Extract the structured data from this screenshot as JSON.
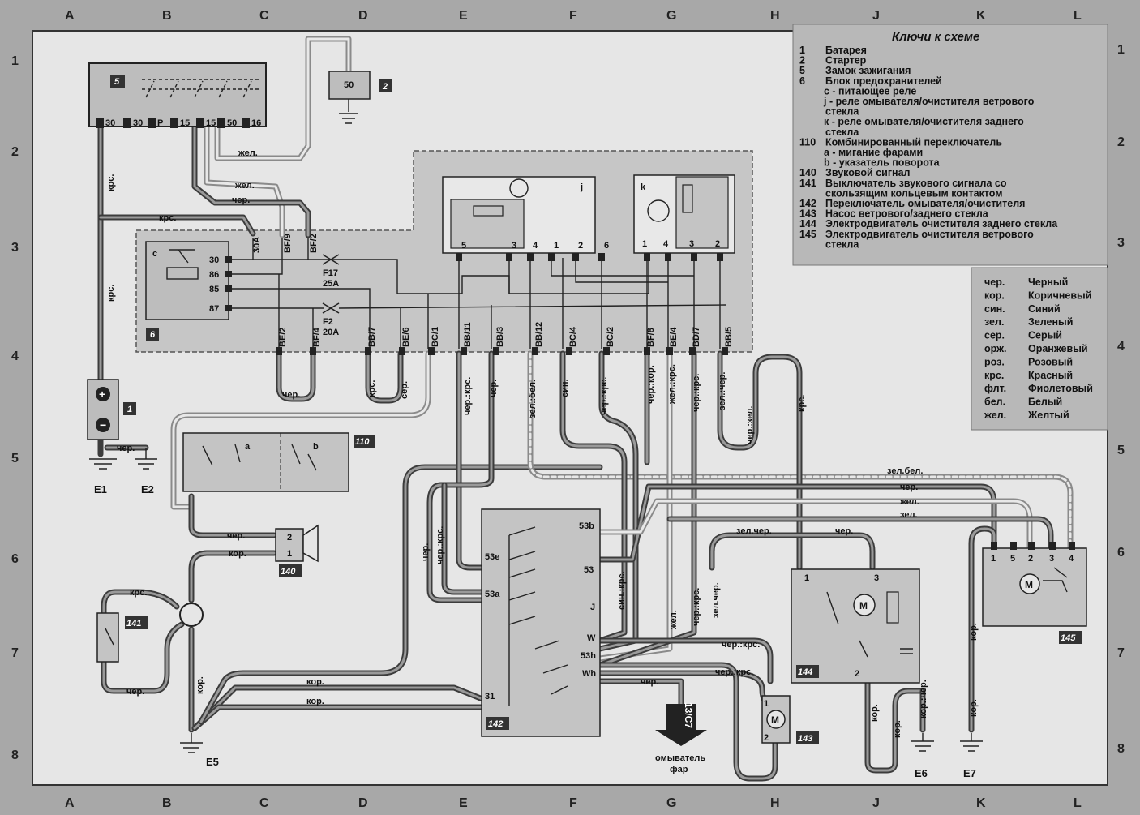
{
  "grid": {
    "columns": [
      "A",
      "B",
      "C",
      "D",
      "E",
      "F",
      "G",
      "H",
      "J",
      "K",
      "L"
    ],
    "rows": [
      "1",
      "2",
      "3",
      "4",
      "5",
      "6",
      "7",
      "8"
    ]
  },
  "legend": {
    "title": "Ключи к схеме",
    "items": [
      {
        "num": "1",
        "text": "Батарея"
      },
      {
        "num": "2",
        "text": "Стартер"
      },
      {
        "num": "5",
        "text": "Замок зажигания"
      },
      {
        "num": "6",
        "text": "Блок предохранителей"
      },
      {
        "num": "",
        "text": "с - питающее реле"
      },
      {
        "num": "",
        "text": "j - реле омывателя/очистителя ветрового"
      },
      {
        "num": "",
        "text": "стекла"
      },
      {
        "num": "",
        "text": "к - реле омывателя/очистителя заднего"
      },
      {
        "num": "",
        "text": "стекла"
      },
      {
        "num": "110",
        "text": "Комбинированный переключатель"
      },
      {
        "num": "",
        "text": "а - мигание фарами"
      },
      {
        "num": "",
        "text": "b - указатель поворота"
      },
      {
        "num": "140",
        "text": "Звуковой сигнал"
      },
      {
        "num": "141",
        "text": "Выключатель звукового сигнала со"
      },
      {
        "num": "",
        "text": "скользящим кольцевым контактом"
      },
      {
        "num": "142",
        "text": "Переключатель омывателя/очистителя"
      },
      {
        "num": "143",
        "text": "Насос ветрового/заднего стекла"
      },
      {
        "num": "144",
        "text": "Электродвигатель очистителя заднего стекла"
      },
      {
        "num": "145",
        "text": "Электродвигатель очистителя ветрового"
      },
      {
        "num": "",
        "text": "стекла"
      }
    ]
  },
  "colors": {
    "title": "",
    "items": [
      {
        "abbr": "чер.",
        "name": "Черный"
      },
      {
        "abbr": "кор.",
        "name": "Коричневый"
      },
      {
        "abbr": "син.",
        "name": "Синий"
      },
      {
        "abbr": "зел.",
        "name": "Зеленый"
      },
      {
        "abbr": "сер.",
        "name": "Серый"
      },
      {
        "abbr": "орж.",
        "name": "Оранжевый"
      },
      {
        "abbr": "роз.",
        "name": "Розовый"
      },
      {
        "abbr": "крс.",
        "name": "Красный"
      },
      {
        "abbr": "флт.",
        "name": "Фиолетовый"
      },
      {
        "abbr": "бел.",
        "name": "Белый"
      },
      {
        "abbr": "жел.",
        "name": "Желтый"
      }
    ]
  },
  "components": {
    "c5": "5",
    "c2": "2",
    "c1": "1",
    "c6": "6",
    "c110": "110",
    "c140": "140",
    "c141": "141",
    "c142": "142",
    "c143": "143",
    "c144": "144",
    "c145": "145"
  },
  "pins": {
    "ign": [
      "30",
      "30",
      "P",
      "15",
      "15",
      "50",
      "16"
    ],
    "starter": "50",
    "relay_c": [
      "30",
      "86",
      "85",
      "87"
    ],
    "relay_c_label": "c",
    "relay_j": [
      "5",
      "3",
      "4",
      "1",
      "2",
      "6"
    ],
    "relay_j_label": "j",
    "relay_k": [
      "1",
      "4",
      "3",
      "2"
    ],
    "relay_k_label": "k",
    "sw110_a": "a",
    "sw110_b": "b",
    "horn": [
      "2",
      "1"
    ],
    "sw142": [
      "53b",
      "53e",
      "53",
      "53a",
      "J",
      "W",
      "53h",
      "Wh",
      "31"
    ],
    "m144": [
      "1",
      "3",
      "2"
    ],
    "m145": [
      "1",
      "5",
      "2",
      "3",
      "4"
    ],
    "m143": [
      "1",
      "2"
    ]
  },
  "fuses": {
    "f17": "F17",
    "f17_rating": "25A",
    "f2": "F2",
    "f2_rating": "20A"
  },
  "connectors": {
    "top": [
      "30A",
      "BF/9",
      "BF/2"
    ],
    "bottom": [
      "BE/2",
      "BF/4",
      "BB/7",
      "BE/6",
      "BC/1",
      "BB/11",
      "BB/3",
      "BB/12",
      "BC/4",
      "BC/2",
      "BF/8",
      "BE/4",
      "BD/7",
      "BB/5"
    ]
  },
  "wire_labels": {
    "krs": "крс.",
    "zhel": "жел.",
    "cher": "чер.",
    "ser": "сер.",
    "kor": "кор.",
    "zel": "зел.",
    "zel_bel": "зел.:бел.",
    "zel_bel2": "зел.бел.",
    "cher_krs": "чер.:крс.",
    "sin_krs": "син.:крс.",
    "sin": "син.",
    "cher_kor": "чер.:кор.",
    "zhel_krs": "жел.:крс.",
    "zel_cher": "зел.:чер.",
    "cher_zel": "чер.:зел.",
    "kor_cher": "кор.:чер.",
    "zel_cher2": "зел.чер.",
    "cher_krs2": "чер.:крс.",
    "zel_cher3": "зел.чер."
  },
  "grounds": {
    "e1": "E1",
    "e2": "E2",
    "e5": "E5",
    "e6": "E6",
    "e7": "E7"
  },
  "motor_symbol": "M",
  "reference": {
    "code": "13/C7",
    "text": "омыватель фар"
  }
}
